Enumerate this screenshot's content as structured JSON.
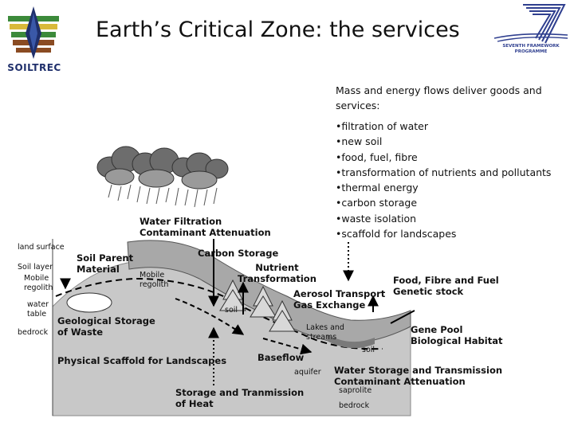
{
  "header": {
    "title": "Earth’s Critical Zone: the services",
    "left_logo": {
      "name": "soiltrec-logo",
      "text": "SOILTREC"
    },
    "right_logo": {
      "name": "seventh-framework-programme-logo",
      "text_line1": "SEVENTH FRAMEWORK",
      "text_line2": "PROGRAMME"
    }
  },
  "services": {
    "intro": "Mass and energy flows deliver goods and services:",
    "items": [
      "filtration of water",
      "new soil",
      "food, fuel, fibre",
      "transformation of nutrients and pollutants",
      "thermal energy",
      "carbon storage",
      "waste isolation",
      "scaffold for landscapes"
    ]
  },
  "diagram": {
    "water_filtration": [
      "Water Filtration",
      "Contaminant Attenuation"
    ],
    "land_surface": "land surface",
    "soil_layer": "Soil layer",
    "mobile_regolith_left": [
      "Mobile",
      "regolith"
    ],
    "water_table": [
      "water",
      "table"
    ],
    "bedrock_left": "bedrock",
    "soil_parent_material": [
      "Soil Parent",
      "Material"
    ],
    "mobile_regolith_mid": [
      "Mobile",
      "regolith"
    ],
    "soil_mid": "soil",
    "carbon_storage": "Carbon Storage",
    "nutrient_transformation": [
      "Nutrient",
      "Transformation"
    ],
    "aerosol_transport": [
      "Aerosol Transport",
      "Gas Exchange"
    ],
    "food_fibre": [
      "Food, Fibre and Fuel",
      "Genetic stock"
    ],
    "geological_storage": [
      "Geological Storage",
      "of Waste"
    ],
    "physical_scaffold": "Physical Scaffold for Landscapes",
    "lakes_streams": [
      "Lakes and",
      "streams"
    ],
    "gene_pool": [
      "Gene Pool",
      "Biological Habitat"
    ],
    "soil_right": "soil",
    "baseflow": "Baseflow",
    "aquifer": "aquifer",
    "water_storage": [
      "Water Storage and Transmission",
      "Contaminant Attenuation"
    ],
    "saprolite": "saprolite",
    "bedrock_right": "bedrock",
    "heat_storage": [
      "Storage and Tranmission",
      "of Heat"
    ]
  },
  "colors": {
    "logo_blue": "#1f2f6b",
    "logo_green": "#3c8a3a",
    "logo_yellow": "#d9b93a",
    "logo_brown": "#8a4b22",
    "fp_blue": "#2f3f8f",
    "ground": "#c8c8c8",
    "soil_band": "#a8a8a8"
  }
}
